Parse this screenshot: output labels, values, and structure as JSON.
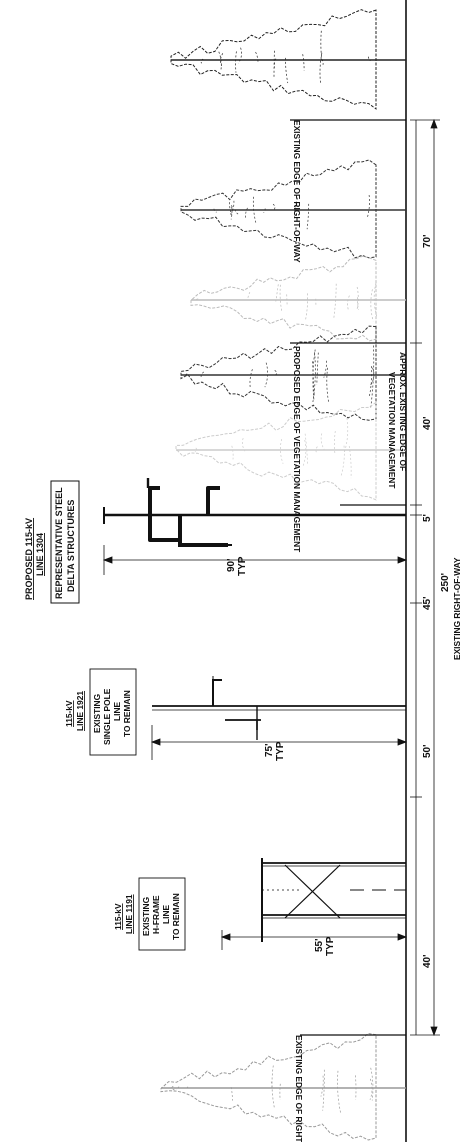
{
  "lines": {
    "l1191": {
      "voltage": "115-kV",
      "name": "LINE 1191",
      "desc1": "EXISTING",
      "desc2": "H-FRAME",
      "desc3": "LINE",
      "desc4": "TO REMAIN"
    },
    "l1921": {
      "voltage": "115-kV",
      "name": "LINE 1921",
      "desc1": "EXISTING",
      "desc2": "SINGLE POLE",
      "desc3": "LINE",
      "desc4": "TO REMAIN"
    },
    "l1304": {
      "voltage": "PROPOSED 115-kV",
      "name": "LINE 1304",
      "desc1": "REPRESENTATIVE STEEL",
      "desc2": "DELTA STRUCTURES"
    }
  },
  "heights": {
    "h1191": "55'",
    "h1921": "75'",
    "h1304": "90'",
    "typ": "TYP"
  },
  "edges": {
    "row_top": "EXISTING EDGE OF RIGHT-OF-WAY",
    "row_bottom": "EXISTING EDGE OF RIGHT-OF-WAY",
    "veg_proposed": "PROPOSED EDGE OF VEGETATION MANAGEMENT",
    "veg_existing_1": "APPROX. EXISTING EDGE OF",
    "veg_existing_2": "VEGETATION MANAGEMENT"
  },
  "spacing": {
    "s1": "40'",
    "s2": "50'",
    "s3": "45'",
    "s4": "5'",
    "s5": "40'",
    "s6": "70'"
  },
  "total": {
    "width": "250'",
    "label": "EXISTING RIGHT-OF-WAY"
  }
}
